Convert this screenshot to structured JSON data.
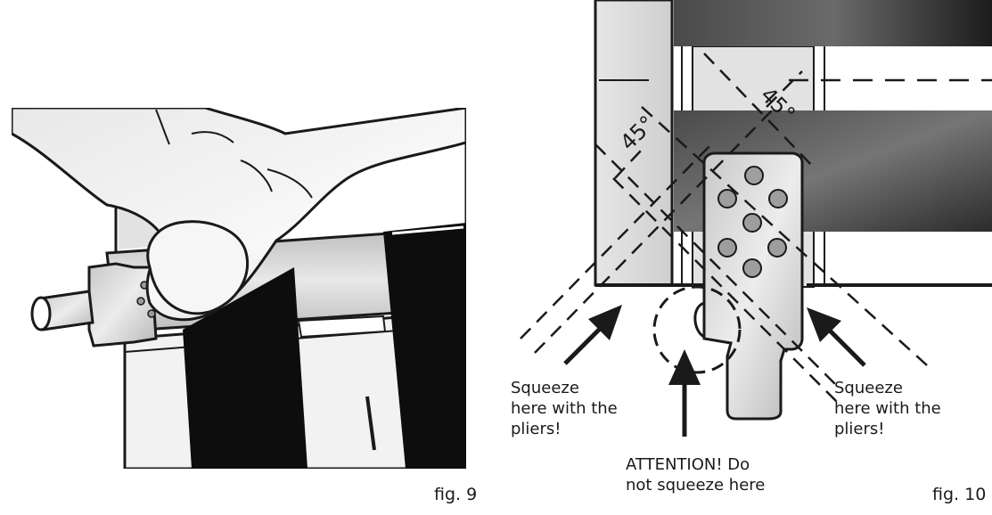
{
  "figures": {
    "fig9": {
      "caption": "fig. 9"
    },
    "fig10": {
      "caption": "fig. 10",
      "angle_left": "45°",
      "angle_right": "45°",
      "label_left": [
        "Squeeze",
        "here with the",
        "pliers!"
      ],
      "label_right": [
        "Squeeze",
        "here with the",
        "pliers!"
      ],
      "label_center": [
        "ATTENTION! Do",
        "not squeeze here"
      ]
    }
  },
  "colors": {
    "ink": "#1a1a1a",
    "dark_band": "#3a3a3a",
    "metal_light": "#d8d8d8",
    "paper": "#ffffff"
  }
}
